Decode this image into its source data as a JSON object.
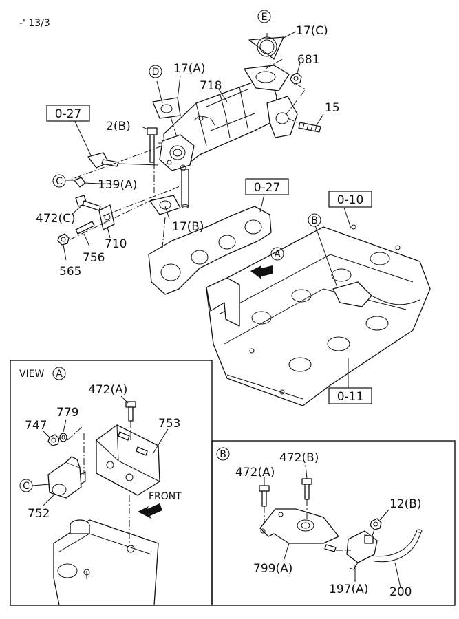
{
  "page_ref": "-' 13/3",
  "refs": {
    "ref_027_top": "0-27",
    "ref_027_mid": "0-27",
    "ref_010": "0-10",
    "ref_011": "0-11"
  },
  "circle_marks": {
    "E": "E",
    "D": "D",
    "C_main": "C",
    "B_main": "B",
    "A_main": "A",
    "A_view": "A",
    "C_view": "C",
    "B_panel": "B"
  },
  "callouts": {
    "p17C": "17(C)",
    "p17A": "17(A)",
    "p681": "681",
    "p718": "718",
    "p15": "15",
    "p2B": "2(B)",
    "p139A": "139(A)",
    "p472C": "472(C)",
    "p17B": "17(B)",
    "p710": "710",
    "p756": "756",
    "p565": "565",
    "v472A": "472(A)",
    "v779": "779",
    "v747": "747",
    "v753": "753",
    "v752": "752",
    "b472B": "472(B)",
    "b472A": "472(A)",
    "b12B": "12(B)",
    "b799A": "799(A)",
    "b197A": "197(A)",
    "b200": "200"
  },
  "view_panel": {
    "title": "VIEW",
    "front_label": "FRONT"
  }
}
